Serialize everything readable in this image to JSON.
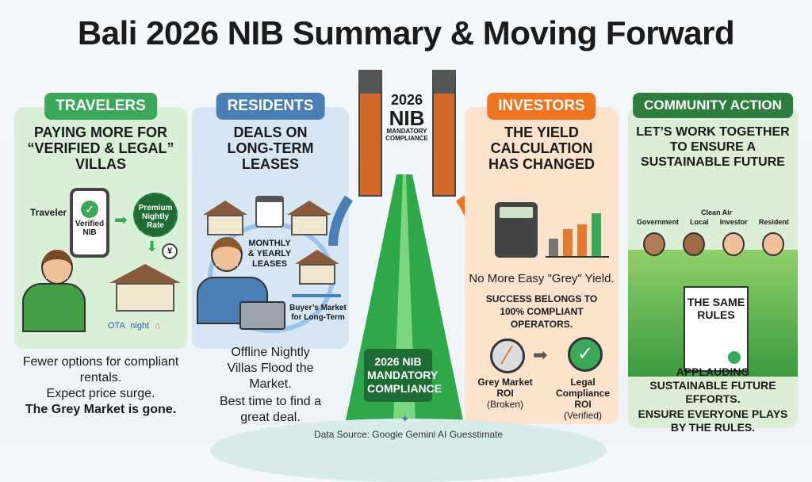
{
  "title": "Bali 2026 NIB Summary & Moving Forward",
  "travelers": {
    "badge": "TRAVELERS",
    "heading": "PAYING MORE FOR “VERIFIED & LEGAL” VILLAS",
    "traveler_label": "Traveler",
    "phone_text": "Verified NIB",
    "seal_text": "Premium Nightly Rate",
    "currency_symbol": "¥",
    "platforms": [
      "OTA",
      "night"
    ],
    "lines": [
      "Fewer options for compliant rentals.",
      "Expect price surge."
    ],
    "bold_line": "The Grey Market is gone.",
    "color": "#3aa856"
  },
  "residents": {
    "badge": "RESIDENTS",
    "heading": "DEALS ON LONG-TERM LEASES",
    "leases_label": "MONTHLY & YEARLY LEASES",
    "market_label": "Buyer’s Market for Long-Term",
    "lines": [
      "Offline Nightly Villas Flood the Market.",
      "Best time to find a great deal."
    ],
    "color": "#4a7fb5"
  },
  "center": {
    "gate_year": "2026",
    "gate_nib": "NIB",
    "gate_sub": "MANDATORY COMPLIANCE",
    "road_sign": "2026 NIB MANDATORY COMPLIANCE"
  },
  "investors": {
    "badge": "INVESTORS",
    "heading": "THE YIELD CALCULATION HAS CHANGED",
    "line1": "No More Easy \"Grey\" Yield.",
    "line2": "SUCCESS BELONGS TO 100% COMPLIANT OPERATORS.",
    "grey_label": "Grey Market ROI",
    "grey_sub": "(Broken)",
    "legal_label": "Legal Compliance ROI",
    "legal_sub": "(Verified)",
    "color": "#ef7420"
  },
  "community": {
    "badge": "COMMUNITY ACTION",
    "heading": "LET’S WORK TOGETHER TO ENSURE A SUSTAINABLE FUTURE",
    "people": [
      "Government",
      "Local",
      "Investor",
      "Resident"
    ],
    "clean_air": "Clean Air",
    "doc_title": "THE SAME RULES",
    "lines": [
      "APPLAUDING SUSTAINABLE FUTURE EFFORTS.",
      "ENSURE EVERYONE PLAYS BY THE RULES."
    ],
    "color": "#2e7d3e"
  },
  "footer": {
    "source": "Data Source: Google Gemini AI Guesstimate"
  }
}
